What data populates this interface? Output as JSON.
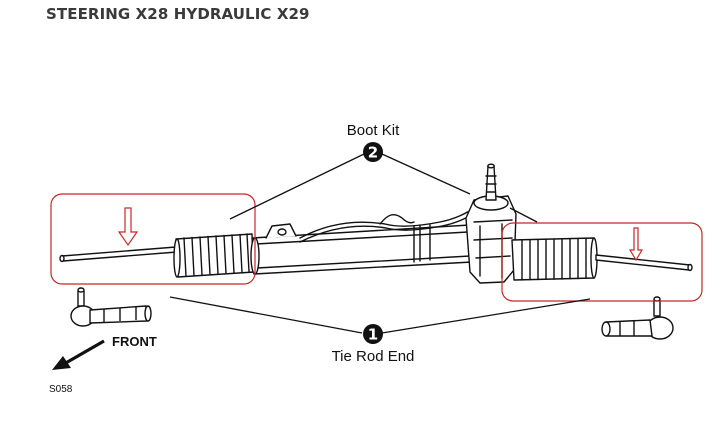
{
  "header": {
    "title": "STEERING X28 HYDRAULIC X29"
  },
  "callouts": [
    {
      "number": "2",
      "label": "Boot Kit"
    },
    {
      "number": "1",
      "label": "Tie Rod End"
    }
  ],
  "direction_label": "FRONT",
  "figure_code": "S058",
  "colors": {
    "highlight": "#c62828",
    "ink": "#111111",
    "title": "#3a3a3a"
  }
}
